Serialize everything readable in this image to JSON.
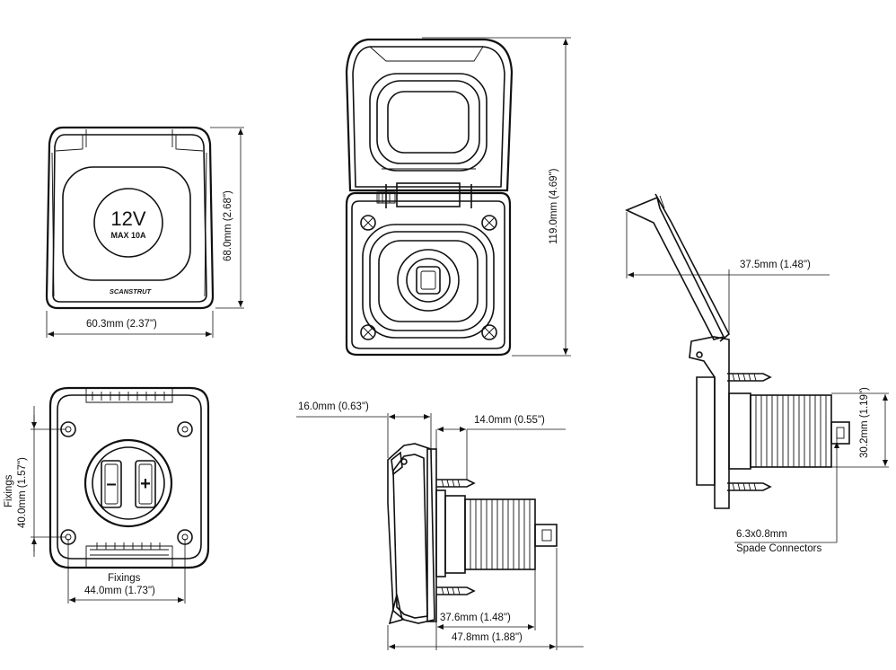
{
  "front_closed": {
    "voltage": "12V",
    "rating": "MAX 10A",
    "brand": "SCANSTRUT",
    "width_dim": "60.3mm (2.37\")",
    "height_dim": "68.0mm (2.68\")"
  },
  "front_open": {
    "height_dim": "119.0mm (4.69\")"
  },
  "side_open": {
    "depth_dim": "37.5mm (1.48\")",
    "body_dim": "30.2mm (1.19\")",
    "spade_size": "6.3x0.8mm",
    "spade_label": "Spade Connectors"
  },
  "rear_view": {
    "fixings_label_h": "Fixings",
    "fixings_h_dim": "44.0mm (1.73\")",
    "fixings_label_v": "Fixings",
    "fixings_v_dim": "40.0mm (1.57\")",
    "minus": "–",
    "plus": "+"
  },
  "side_closed": {
    "bezel_dim": "16.0mm (0.63\")",
    "flange_dim": "14.0mm (0.55\")",
    "body_depth_dim": "37.6mm (1.48\")",
    "total_depth_dim": "47.8mm (1.88\")"
  }
}
